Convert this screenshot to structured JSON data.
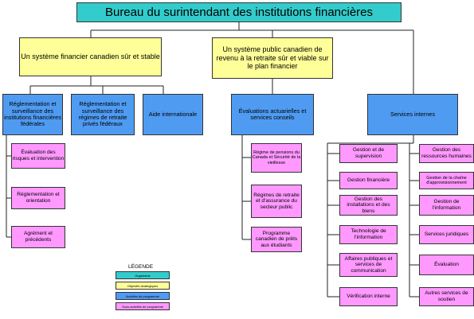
{
  "title": "Bureau du surintendant des institutions financières",
  "objectives": [
    "Un système financier canadien sûr et stable",
    "Un système public canadien de revenu à la retraite sûr et viable sur le plan financier"
  ],
  "programs": [
    "Réglementation et surveillance des institutions financières fédérales",
    "Réglementation et surveillance des régimes de retraite privés fédéraux",
    "Aide internationale",
    "Évaluations actuarielles et services conseils",
    "Services internes"
  ],
  "subs_reg": [
    "Évaluation des risques et intervention",
    "Réglementation et orientation",
    "Agrément et précédents"
  ],
  "subs_act": [
    "Régime de pensions du Canada et Sécurité de la vieillesse",
    "Régimes de retraite et d'assurance du secteur public",
    "Programme canadien de prêts aux étudiants"
  ],
  "subs_int_left": [
    "Gestion et de supervision",
    "Gestion financière",
    "Gestion des installations et des biens",
    "Technologie de l'information",
    "Affaires publiques et services de communication",
    "Vérification interne"
  ],
  "subs_int_right": [
    "Gestion des ressources humaines",
    "Gestion de la chaîne d'approvisionnement",
    "Gestion de l'information",
    "Services juridiques",
    "Évaluation",
    "Autres services de soutien"
  ],
  "legend": {
    "title": "LÉGENDE",
    "items": [
      "Organisme",
      "Objectifs stratégiques",
      "Activités de programme",
      "Sous-activités de programme"
    ]
  },
  "colors": {
    "org": "#33cccc",
    "goal": "#ffff99",
    "prog": "#4f9bf2",
    "sub": "#ff99ff"
  }
}
